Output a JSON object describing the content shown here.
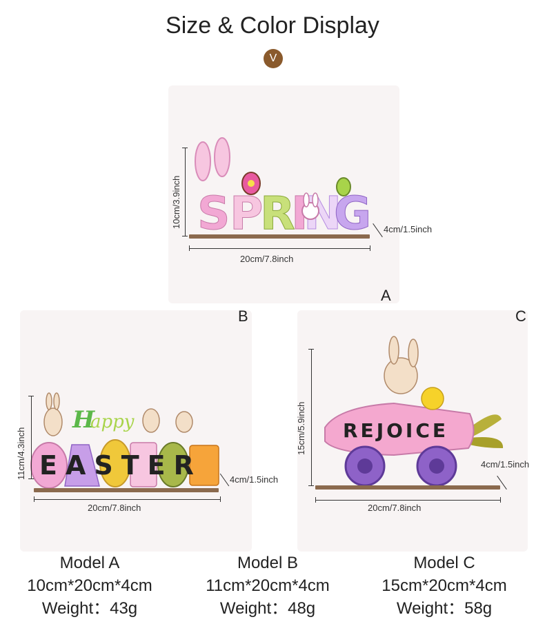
{
  "header": {
    "title": "Size & Color Display",
    "badge": "V"
  },
  "panels": {
    "a": {
      "letter": "A",
      "height_label": "10cm/3.9inch",
      "width_label": "20cm/7.8inch",
      "depth_label": "4cm/1.5inch",
      "word": "SPRING"
    },
    "b": {
      "letter": "B",
      "height_label": "11cm/4.3inch",
      "width_label": "20cm/7.8inch",
      "depth_label": "4cm/1.5inch",
      "word": "EASTER",
      "script": "Happy"
    },
    "c": {
      "letter": "C",
      "height_label": "15cm/5.9inch",
      "width_label": "20cm/7.8inch",
      "depth_label": "4cm/1.5inch",
      "word": "REJOICE"
    }
  },
  "models": [
    {
      "name": "Model  A",
      "size": "10cm*20cm*4cm",
      "weight": "Weight：43g"
    },
    {
      "name": "Model  B",
      "size": "11cm*20cm*4cm",
      "weight": "Weight：48g"
    },
    {
      "name": "Model  C",
      "size": "15cm*20cm*4cm",
      "weight": "Weight：58g"
    }
  ],
  "colors": {
    "pink": "#f2a8d4",
    "purple": "#b58ce0",
    "green": "#a8d44a",
    "wood": "#8b6a4e",
    "brown": "#8a5a2c"
  }
}
